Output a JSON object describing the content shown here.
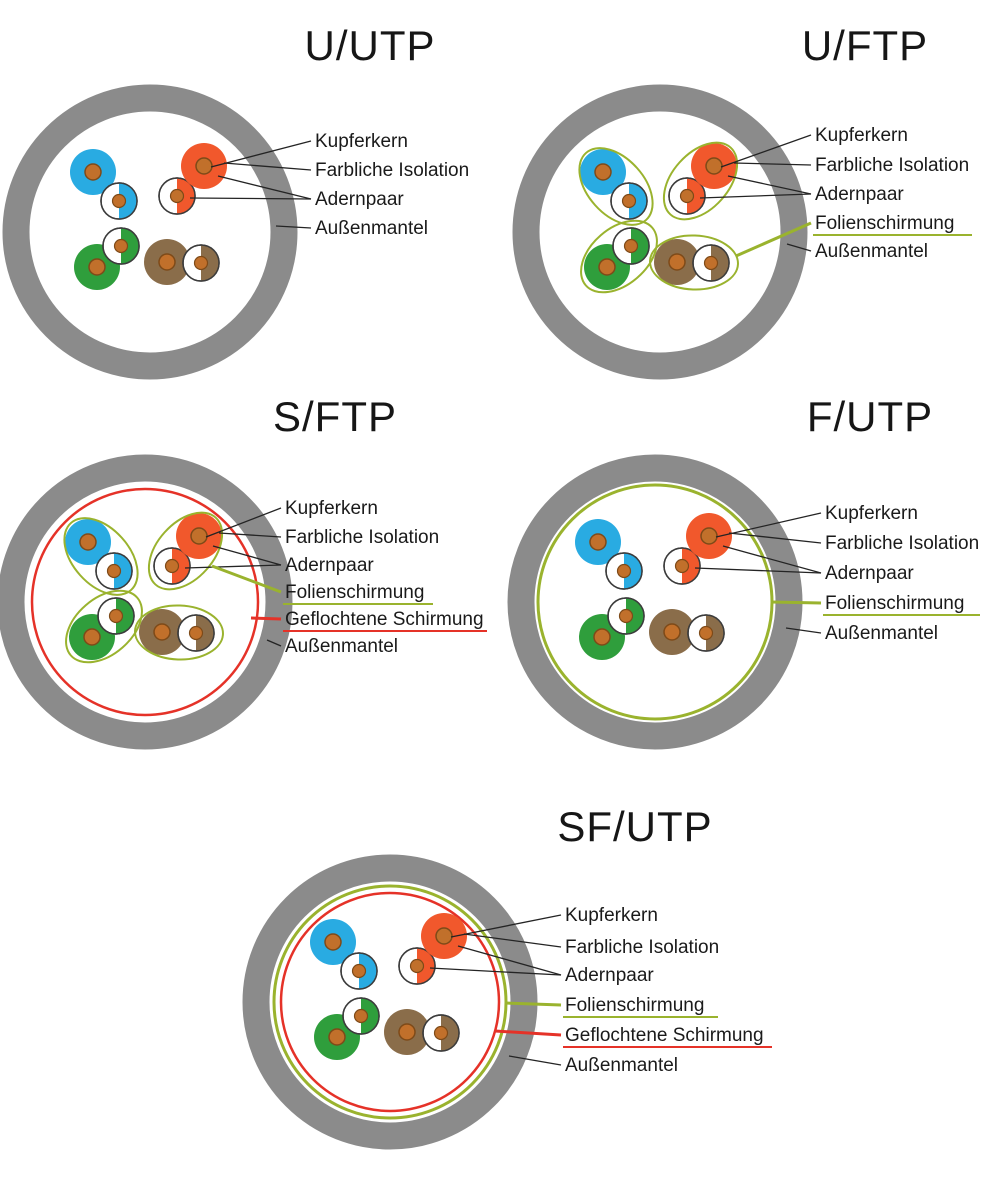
{
  "colors": {
    "mantle_gray": "#8b8b8b",
    "wire_blue": "#29abe2",
    "wire_orange": "#f1582c",
    "wire_green": "#2f9e3c",
    "wire_brown": "#8a6d4a",
    "copper": "#c1702b",
    "copper_dark": "#7e4a18",
    "foil_green": "#9ab32e",
    "braid_red": "#e53228",
    "leader_black": "#242424"
  },
  "diagrams": [
    {
      "id": "uutp",
      "title": "U/UTP",
      "labels": [
        "Kupferkern",
        "Farbliche Isolation",
        "Adernpaar",
        "Außenmantel"
      ]
    },
    {
      "id": "uftp",
      "title": "U/FTP",
      "labels": [
        "Kupferkern",
        "Farbliche Isolation",
        "Adernpaar",
        "Folienschirmung",
        "Außenmantel"
      ]
    },
    {
      "id": "sftp",
      "title": "S/FTP",
      "labels": [
        "Kupferkern",
        "Farbliche Isolation",
        "Adernpaar",
        "Folienschirmung",
        "Geflochtene Schirmung",
        "Außenmantel"
      ]
    },
    {
      "id": "futp",
      "title": "F/UTP",
      "labels": [
        "Kupferkern",
        "Farbliche Isolation",
        "Adernpaar",
        "Folienschirmung",
        "Außenmantel"
      ]
    },
    {
      "id": "sfutp",
      "title": "SF/UTP",
      "labels": [
        "Kupferkern",
        "Farbliche Isolation",
        "Adernpaar",
        "Folienschirmung",
        "Geflochtene Schirmung",
        "Außenmantel"
      ]
    }
  ]
}
